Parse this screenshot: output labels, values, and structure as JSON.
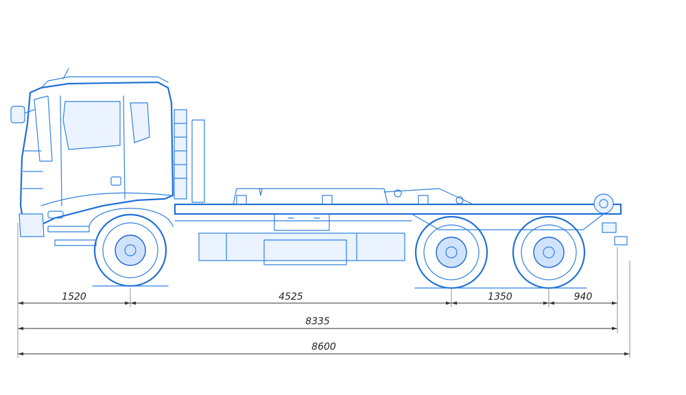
{
  "dimensions": {
    "front_overhang": "1520",
    "wheelbase_front_to_tandem": "4525",
    "tandem_spacing": "1350",
    "rear_overhang": "940",
    "wheelbase_total": "8335",
    "overall_length": "8600"
  },
  "colors": {
    "line": "#2f7fe0",
    "line_dark": "#1f6fd6",
    "dimension": "#333333"
  }
}
